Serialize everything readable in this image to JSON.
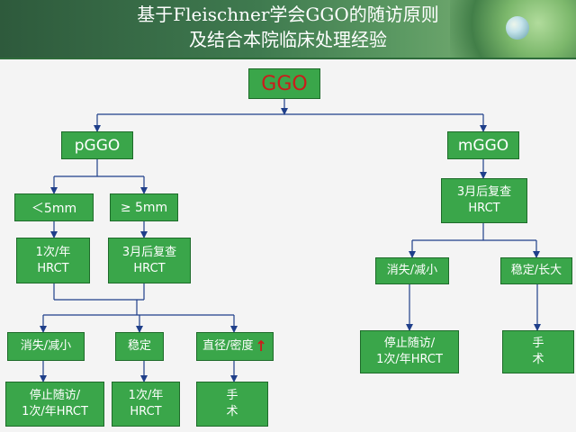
{
  "title": {
    "line1": "基于Fleischner学会GGO的随访原则",
    "line2": "及结合本院临床处理经验"
  },
  "nodes": {
    "root": "GGO",
    "pggo": "pGGO",
    "mggo": "mGGO",
    "lt5": "＜5mm",
    "ge5": "≥ 5mm",
    "annual_line1": "1次/年",
    "annual_line2": "HRCT",
    "three_m_line1": "3月后复查",
    "three_m_line2": "HRCT",
    "vanish": "消失/减小",
    "stable": "稳定",
    "diam_density": "直径/密度",
    "stop_line1": "停止随访/",
    "stop_line2": "1次/年HRCT",
    "yearly_line1": "1次/年",
    "yearly_line2": "HRCT",
    "surgery_line1": "手",
    "surgery_line2": "术",
    "m_three_line1": "3月后复查",
    "m_three_line2": "HRCT",
    "m_vanish": "消失/减小",
    "m_stable_grow": "稳定/长大",
    "m_stop_line1": "停止随访/",
    "m_stop_line2": "1次/年HRCT",
    "m_surgery_line1": "手",
    "m_surgery_line2": "术"
  },
  "colors": {
    "box_fill": "#3aa64a",
    "box_border": "#1e6b2a",
    "root_text": "#cc1b1b",
    "arrow": "#1f3f8a",
    "increase_arrow": "#cc1b1b"
  }
}
